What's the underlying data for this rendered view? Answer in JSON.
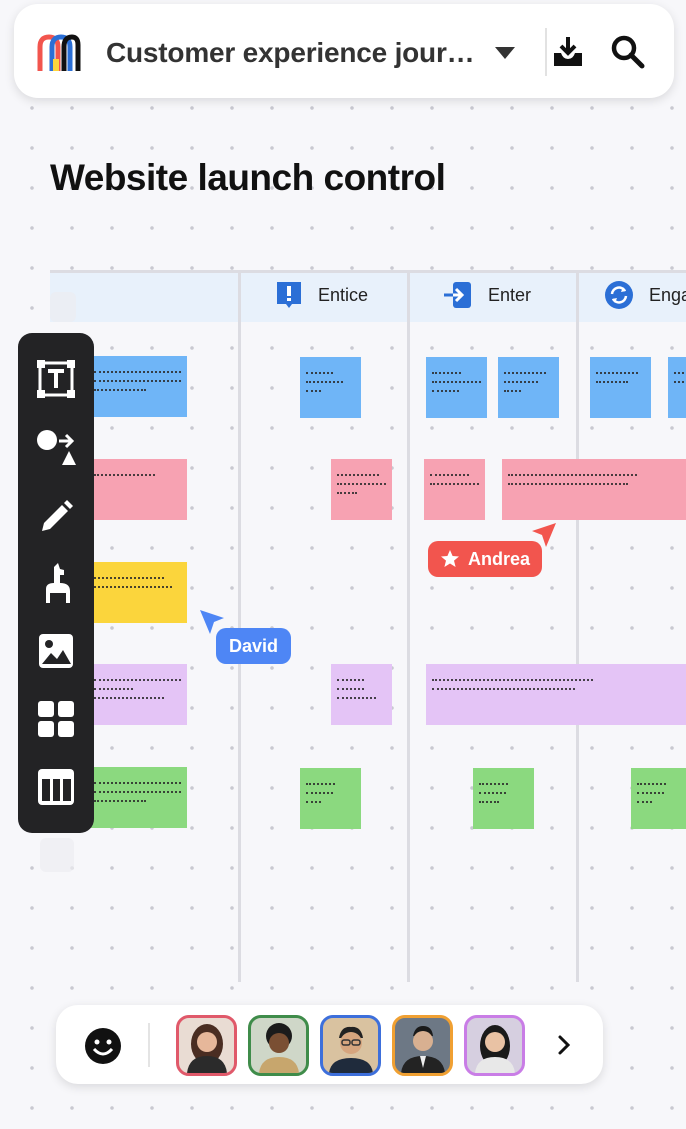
{
  "topbar": {
    "board_title": "Customer experience jour…",
    "logo_icon": "miro-logo",
    "dropdown_icon": "caret-down-icon",
    "download_icon": "download-icon",
    "search_icon": "search-icon"
  },
  "canvas": {
    "heading": "Website launch control"
  },
  "columns": [
    {
      "label": "Entice",
      "icon": "exclamation-icon",
      "icon_color": "#2b6fd6"
    },
    {
      "label": "Enter",
      "icon": "enter-arrow-icon",
      "icon_color": "#2b6fd6"
    },
    {
      "label": "Enga",
      "icon": "refresh-icon",
      "icon_color": "#2b6fd6"
    }
  ],
  "cursors": [
    {
      "name": "David",
      "color": "#4e86f5"
    },
    {
      "name": "Andrea",
      "color": "#f2554e"
    }
  ],
  "toolbar": {
    "tools": [
      "text-icon",
      "shapes-icon",
      "pen-icon",
      "llama-icon",
      "image-icon",
      "templates-icon",
      "table-icon"
    ]
  },
  "bottombar": {
    "reaction_icon": "emoji-icon",
    "next_icon": "chevron-right-icon",
    "avatar_colors": [
      "#e0596a",
      "#3f8c4a",
      "#3d6fdb",
      "#f0a032",
      "#c97de6"
    ]
  },
  "sticky_colors": {
    "blue": "#6fb5f7",
    "pink": "#f7a2b2",
    "yellow": "#fbd53c",
    "purple": "#e4c4f6",
    "green": "#8bd97f"
  }
}
